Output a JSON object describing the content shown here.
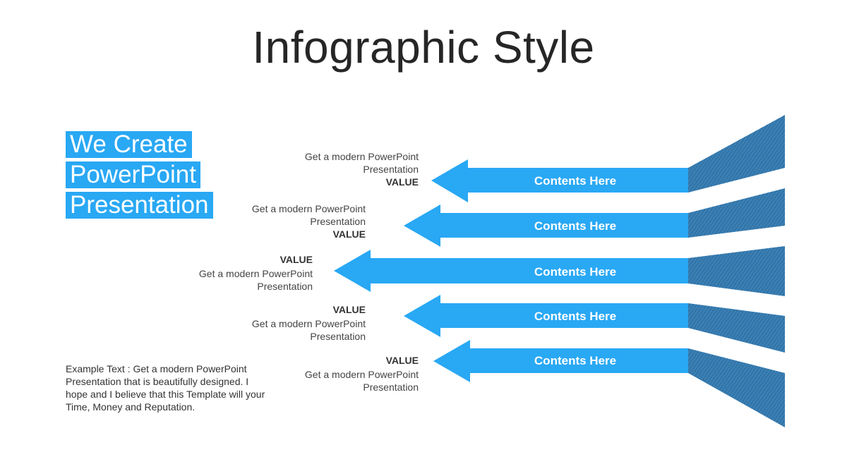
{
  "title": "Infographic Style",
  "headline": [
    "We Create",
    "PowerPoint",
    "Presentation"
  ],
  "example_text": "Example Text : Get a modern PowerPoint Presentation that is beautifully designed. I hope and I believe that this Template will your Time, Money and Reputation.",
  "colors": {
    "arrow": "#29a8f4",
    "panel": "#3b7fb3",
    "headline_bg": "#29a8f4",
    "text": "#333333"
  },
  "arrows": [
    {
      "label": "Contents Here",
      "value": "VALUE",
      "desc": "Get a modern PowerPoint Presentation",
      "value_position": "below"
    },
    {
      "label": "Contents Here",
      "value": "VALUE",
      "desc": "Get a modern PowerPoint Presentation",
      "value_position": "below"
    },
    {
      "label": "Contents Here",
      "value": "VALUE",
      "desc": "Get a modern PowerPoint Presentation",
      "value_position": "above"
    },
    {
      "label": "Contents Here",
      "value": "VALUE",
      "desc": "Get a modern PowerPoint Presentation",
      "value_position": "above"
    },
    {
      "label": "Contents Here",
      "value": "VALUE",
      "desc": "Get a modern PowerPoint Presentation",
      "value_position": "above"
    }
  ]
}
